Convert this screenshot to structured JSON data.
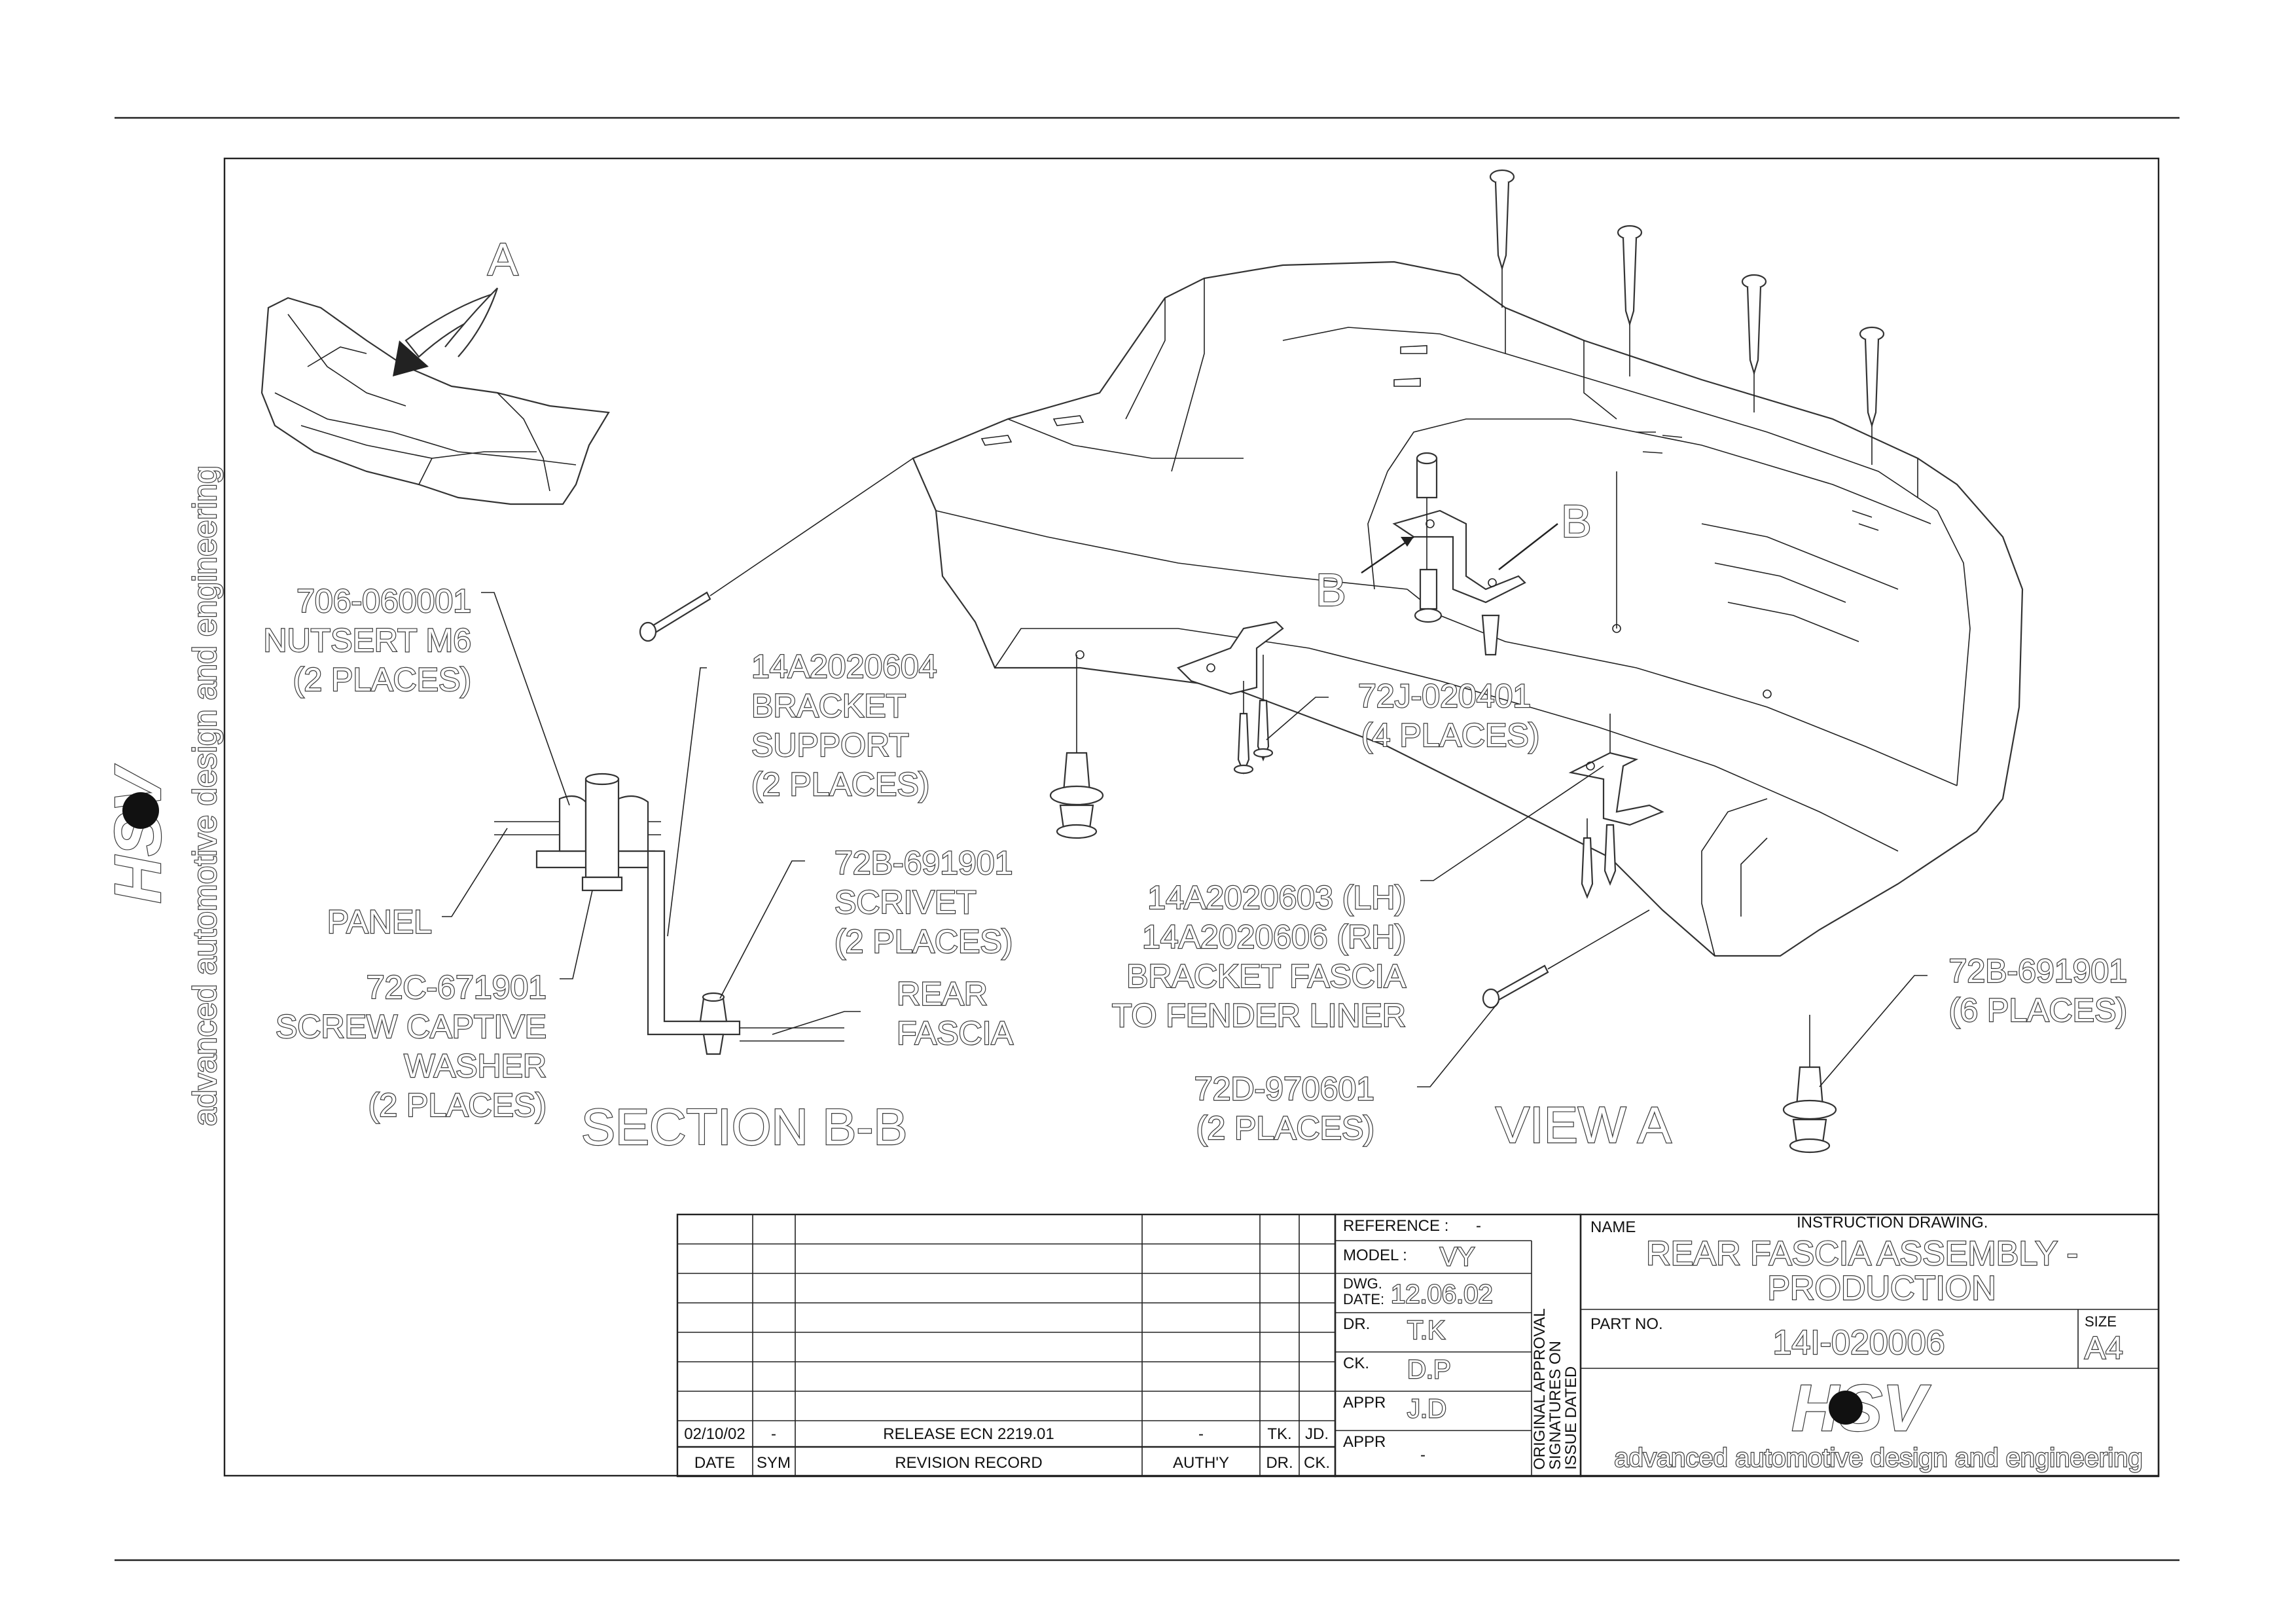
{
  "callouts": {
    "view_letter": "A",
    "section_letter_left": "B",
    "section_letter_right": "B",
    "nutsert": [
      "706-060001",
      "NUTSERT M6",
      "(2 PLACES)"
    ],
    "bracket_support": [
      "14A2020604",
      "BRACKET",
      "SUPPORT",
      "(2 PLACES)"
    ],
    "panel": "PANEL",
    "scrivet_section": [
      "72B-691901",
      "SCRIVET",
      "(2 PLACES)"
    ],
    "rear_fascia": [
      "REAR",
      "FASCIA"
    ],
    "screw_captive": [
      "72C-671901",
      "SCREW CAPTIVE",
      "WASHER",
      "(2 PLACES)"
    ],
    "section_title": "SECTION B-B",
    "screw_72j": [
      "72J-020401",
      "(4 PLACES)"
    ],
    "bracket_fascia": [
      "14A2020603 (LH)",
      "14A2020606 (RH)",
      "BRACKET FASCIA",
      "TO FENDER LINER"
    ],
    "screw_72d": [
      "72D-970601",
      "(2 PLACES)"
    ],
    "view_title": "VIEW A",
    "scrivet_view": [
      "72B-691901",
      "(6 PLACES)"
    ]
  },
  "side_brand": {
    "logo": "HSV",
    "tagline": "advanced automotive design and engineering"
  },
  "title_block": {
    "revision_row": {
      "date": "02/10/02",
      "sym": "-",
      "record": "RELEASE ECN 2219.01",
      "authy": "-",
      "dr": "TK.",
      "ck": "JD."
    },
    "headers": {
      "date": "DATE",
      "sym": "SYM",
      "record": "REVISION RECORD",
      "authy": "AUTH'Y",
      "dr": "DR.",
      "ck": "CK."
    },
    "reference_label": "REFERENCE :",
    "reference_value": "-",
    "model_label": "MODEL :",
    "model_value": "VY",
    "dwg_date_label_1": "DWG.",
    "dwg_date_label_2": "DATE:",
    "dwg_date_value": "12.06.02",
    "dr_label": "DR.",
    "dr_value": "T.K",
    "ck_label": "CK.",
    "ck_value": "D.P",
    "appr1_label": "APPR",
    "appr1_value": "J.D",
    "appr2_label": "APPR",
    "appr2_value": "-",
    "approval_note": [
      "ORIGINAL APPROVAL",
      "SIGNATURES ON",
      "ISSUE DATED"
    ],
    "name_label": "NAME",
    "instruction": "INSTRUCTION DRAWING.",
    "title_lines": [
      "REAR FASCIA  ASSEMBLY -",
      "PRODUCTION"
    ],
    "part_no_label": "PART NO.",
    "part_no_value": "14I-020006",
    "size_label": "SIZE",
    "size_value": "A4",
    "logo": "HSV",
    "tagline": "advanced automotive design and engineering"
  }
}
